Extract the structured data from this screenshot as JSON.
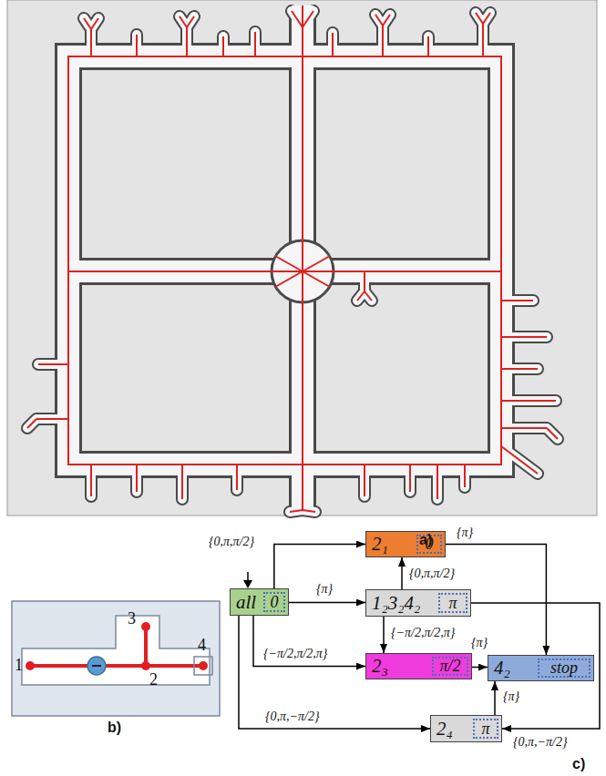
{
  "diagram": {
    "nodes": [
      {
        "text": [
          "all"
        ]
      },
      {
        "text": [
          "0"
        ],
        "in": 0
      },
      {
        "text": [
          "2₁"
        ]
      },
      {
        "text": [
          "0"
        ],
        "in": 2
      },
      {
        "text": [
          "1₂3₂4₂"
        ]
      },
      {
        "text": [
          "π"
        ],
        "in": 4
      },
      {
        "text": [
          "2₃"
        ]
      },
      {
        "text": [
          "π/2"
        ],
        "in": 6
      },
      {
        "text": [
          "4₂"
        ]
      },
      {
        "text": [
          "stop"
        ],
        "in": 8
      },
      {
        "text": [
          "2₄"
        ]
      },
      {
        "text": [
          "π"
        ],
        "in": 10
      }
    ],
    "edges": [
      {
        "from": 0,
        "to": 2,
        "arrow": "to",
        "label": "{0,π,π/2}"
      },
      {
        "from": 0,
        "to": 4,
        "arrow": "to",
        "label": "{π}"
      },
      {
        "from": 0,
        "to": 6,
        "arrow": "to",
        "label": "{−π/2,π/2,π}"
      },
      {
        "from": 0,
        "to": 10,
        "arrow": "to",
        "label": "{0,π,−π/2}"
      },
      {
        "from": 4,
        "to": 2,
        "arrow": "to",
        "label": "{0,π,π/2}"
      },
      {
        "from": 4,
        "to": 6,
        "arrow": "to",
        "label": "{−π/2,π/2,π}"
      },
      {
        "from": 2,
        "to": 8,
        "arrow": "to",
        "label": "{π}"
      },
      {
        "from": 6,
        "to": 8,
        "arrow": "to",
        "label": "{π}"
      },
      {
        "from": 10,
        "to": 8,
        "arrow": "to",
        "label": "{π}"
      },
      {
        "from": 4,
        "to": 10,
        "arrow": "to",
        "label": "{0,π,−π/2}"
      }
    ],
    "labels": [
      "a)",
      "1",
      "2",
      "3",
      "4",
      "b)",
      "c)"
    ]
  }
}
